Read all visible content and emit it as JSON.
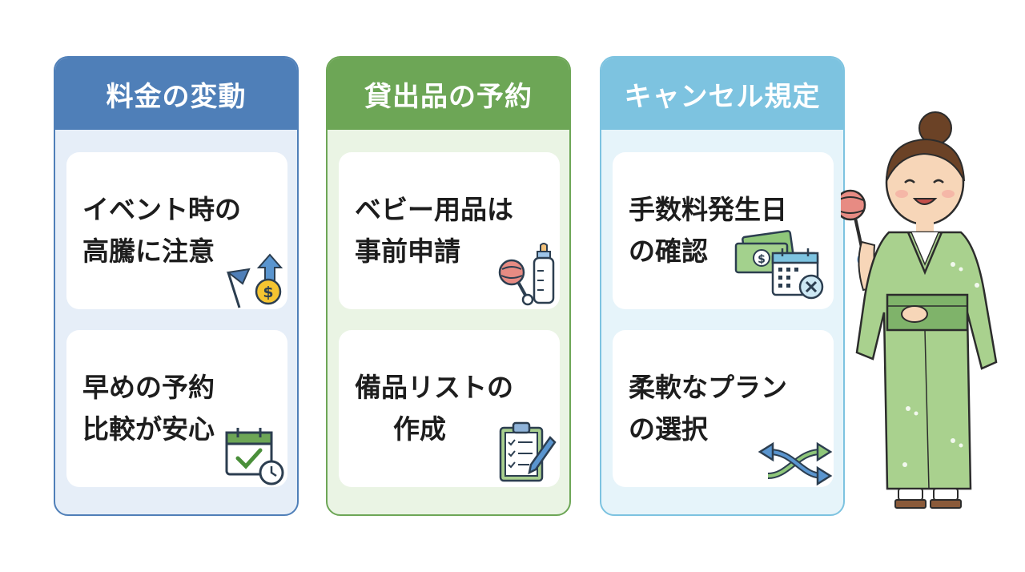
{
  "columns": [
    {
      "header": "料金の変動",
      "cards": [
        {
          "lines": [
            "イベント時の",
            "高騰に注意"
          ],
          "icon": "flag-price-up-icon"
        },
        {
          "lines": [
            "早めの予約",
            "比較が安心"
          ],
          "icon": "calendar-check-clock-icon"
        }
      ]
    },
    {
      "header": "貸出品の予約",
      "cards": [
        {
          "lines": [
            "ベビー用品は",
            "事前申請"
          ],
          "icon": "rattle-bottle-icon"
        },
        {
          "lines": [
            "備品リストの",
            "作成"
          ],
          "icon": "clipboard-checklist-icon"
        }
      ]
    },
    {
      "header": "キャンセル規定",
      "cards": [
        {
          "lines": [
            "手数料発生日",
            "の確認"
          ],
          "icon": "money-calendar-cancel-icon"
        },
        {
          "lines": [
            "柔軟なプラン",
            "の選択"
          ],
          "icon": "shuffle-arrows-icon"
        }
      ]
    }
  ],
  "colors": {
    "fees": "#4f7fb8",
    "rental": "#6da656",
    "cancel": "#7dc3e0"
  },
  "illustration": "yukata-woman-with-rattle"
}
